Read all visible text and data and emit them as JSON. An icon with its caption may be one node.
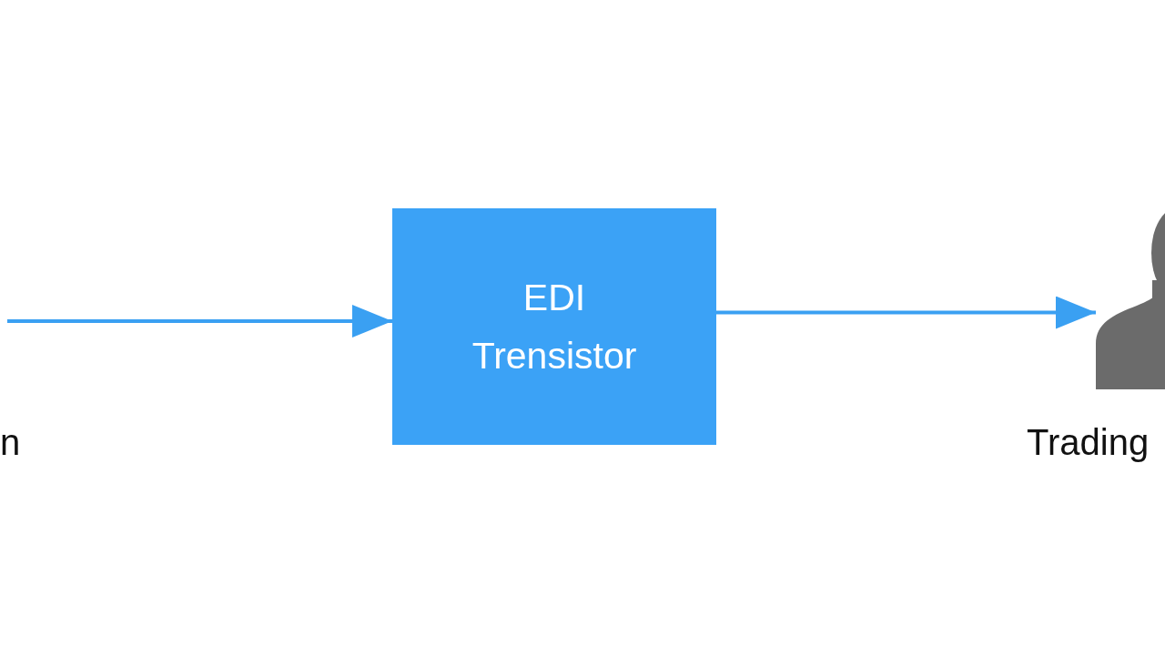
{
  "diagram": {
    "nodes": [
      {
        "text": [
          "EDI Trensistor"
        ]
      },
      {
        "text": [],
        "shape": "person",
        "beside": [
          "Trading"
        ]
      }
    ],
    "edges": [
      {
        "from": null,
        "to": 0,
        "arrow": "to"
      },
      {
        "from": 0,
        "to": 1,
        "arrow": "to"
      }
    ],
    "labels": [
      "n"
    ]
  }
}
